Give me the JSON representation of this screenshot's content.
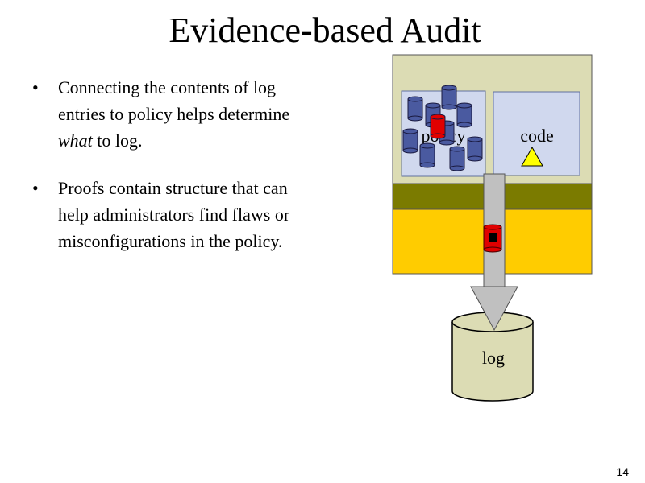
{
  "slide": {
    "title": "Evidence-based Audit",
    "page_number": "14"
  },
  "bullets": [
    {
      "text_before": "Connecting the contents of log entries to policy helps determine ",
      "emphasis": "what",
      "text_after": " to log."
    },
    {
      "text_before": "Proofs contain structure that can help administrators find flaws or misconfigurations in the policy.",
      "emphasis": "",
      "text_after": ""
    }
  ],
  "diagram": {
    "policy_label": "policy",
    "code_label": "code",
    "log_label": "log",
    "colors": {
      "outer_box": "#dcdcb4",
      "inner_box": "#d0d8ee",
      "band_dark": "#7b7b00",
      "band_gold": "#ffcc00",
      "scroll_blue": "#4a5aa0",
      "scroll_red": "#e00000",
      "triangle": "#ffff00",
      "arrow": "#c0c0c0",
      "cylinder": "#dcdcb4"
    }
  }
}
